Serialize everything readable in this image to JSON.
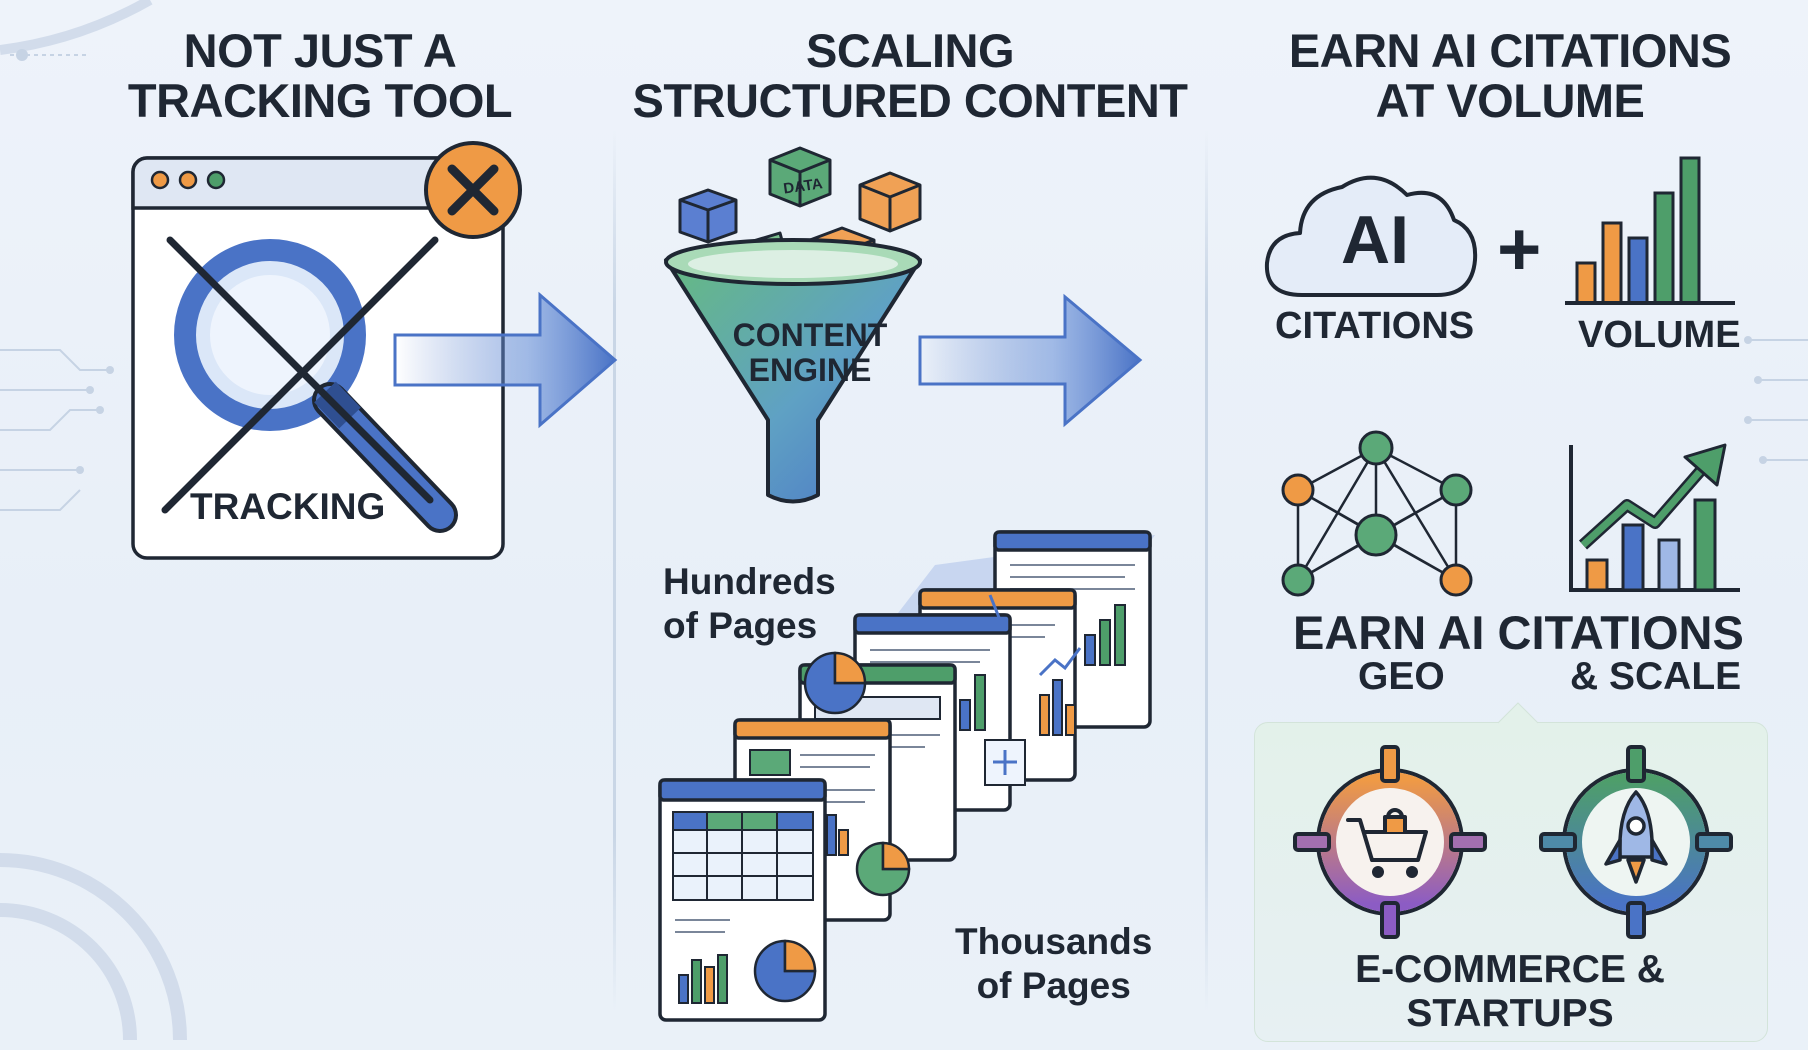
{
  "columns": [
    {
      "title_line1": "NOT JUST A",
      "title_line2": "TRACKING TOOL"
    },
    {
      "title_line1": "SCALING",
      "title_line2": "STRUCTURED CONTENT"
    },
    {
      "title_line1": "EARN AI CITATIONS",
      "title_line2": "AT VOLUME"
    }
  ],
  "tracking": {
    "label": "TRACKING"
  },
  "funnel": {
    "data_cube_label": "DATA",
    "line1": "CONTENT",
    "line2": "ENGINE"
  },
  "pages": {
    "hundreds_line1": "Hundreds",
    "hundreds_line2": "of Pages",
    "thousands_line1": "Thousands",
    "thousands_line2": "of Pages"
  },
  "ai": {
    "cloud_text": "AI",
    "citations_label": "CITATIONS",
    "plus": "+",
    "volume_label": "VOLUME"
  },
  "geo": {
    "line1": "EARN AI CITATIONS",
    "geo_label": "GEO",
    "scale_label": "& SCALE"
  },
  "sectors": {
    "line1": "E-COMMERCE &",
    "line2": "STARTUPS"
  },
  "colors": {
    "blue": "#4a73c6",
    "green": "#4e9e6a",
    "orange": "#ef9a45",
    "ink": "#1f2733"
  }
}
